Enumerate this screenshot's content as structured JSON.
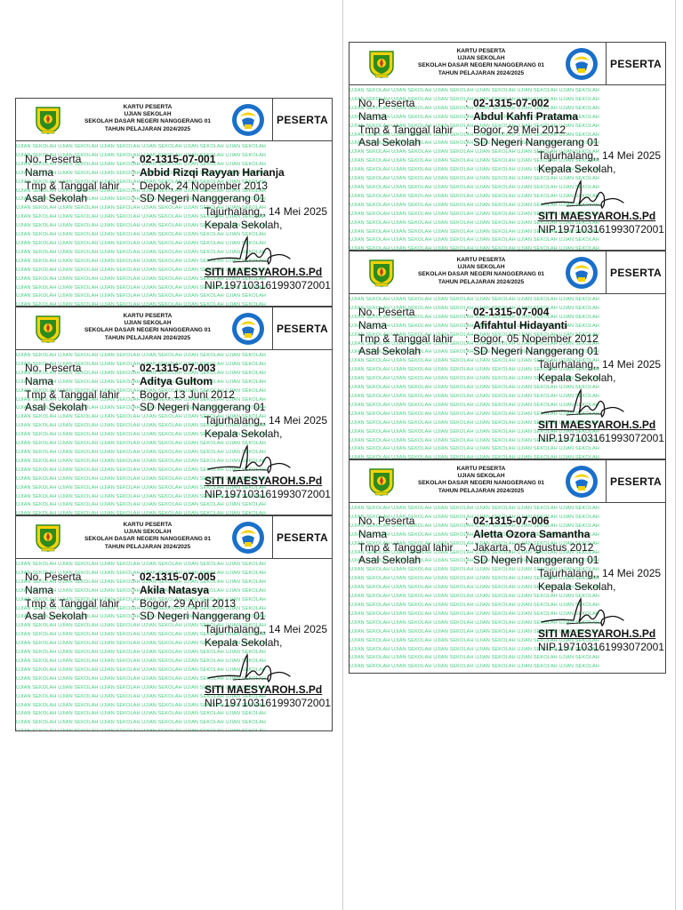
{
  "header": {
    "line1": "KARTU PESERTA",
    "line2": "UJIAN SEKOLAH",
    "line3": "SEKOLAH DASAR NEGERI NANGGERANG 01",
    "line4": "TAHUN PELAJARAN 2024/2025",
    "badge": "PESERTA"
  },
  "labels": {
    "no_peserta": "No. Peserta",
    "nama": "Nama",
    "ttl": "Tmp & Tanggal lahir",
    "asal": "Asal Sekolah",
    "colon": ":"
  },
  "signatory": {
    "place_date": "Tajurhalang,, 14 Mei 2025",
    "title": "Kepala Sekolah,",
    "name": "SITI MAESYAROH.S.Pd",
    "nip": "NIP.197103161993072001"
  },
  "watermark_text": "UJIAN SEKOLAH",
  "colors": {
    "watermark": "#25c46b",
    "border": "#444444",
    "logo_bogor_green": "#2e8b1e",
    "logo_bogor_yellow": "#f5d20a",
    "logo_tut_blue": "#1a6fc9"
  },
  "cards": [
    {
      "no": "02-1315-07-001",
      "nama": "Abbid Rizqi Rayyan Harianja",
      "ttl": "Depok, 24 Nopember 2013",
      "asal": "SD Negeri Nanggerang 01"
    },
    {
      "no": "02-1315-07-002",
      "nama": "Abdul Kahfi Pratama",
      "ttl": "Bogor, 29 Mei 2012",
      "asal": "SD Negeri Nanggerang 01"
    },
    {
      "no": "02-1315-07-003",
      "nama": "Aditya Gultom",
      "ttl": "Bogor, 13 Juni 2012",
      "asal": "SD Negeri Nanggerang 01"
    },
    {
      "no": "02-1315-07-004",
      "nama": "Afifahtul Hidayanti",
      "ttl": "Bogor, 05 Nopember 2012",
      "asal": "SD Negeri Nanggerang 01"
    },
    {
      "no": "02-1315-07-005",
      "nama": "Akila Natasya",
      "ttl": "Bogor, 29 April 2013",
      "asal": "SD Negeri Nanggerang 01"
    },
    {
      "no": "02-1315-07-006",
      "nama": "Aletta Ozora Samantha",
      "ttl": "Jakarta, 05 Agustus 2012",
      "asal": "SD Negeri Nanggerang 01"
    }
  ]
}
